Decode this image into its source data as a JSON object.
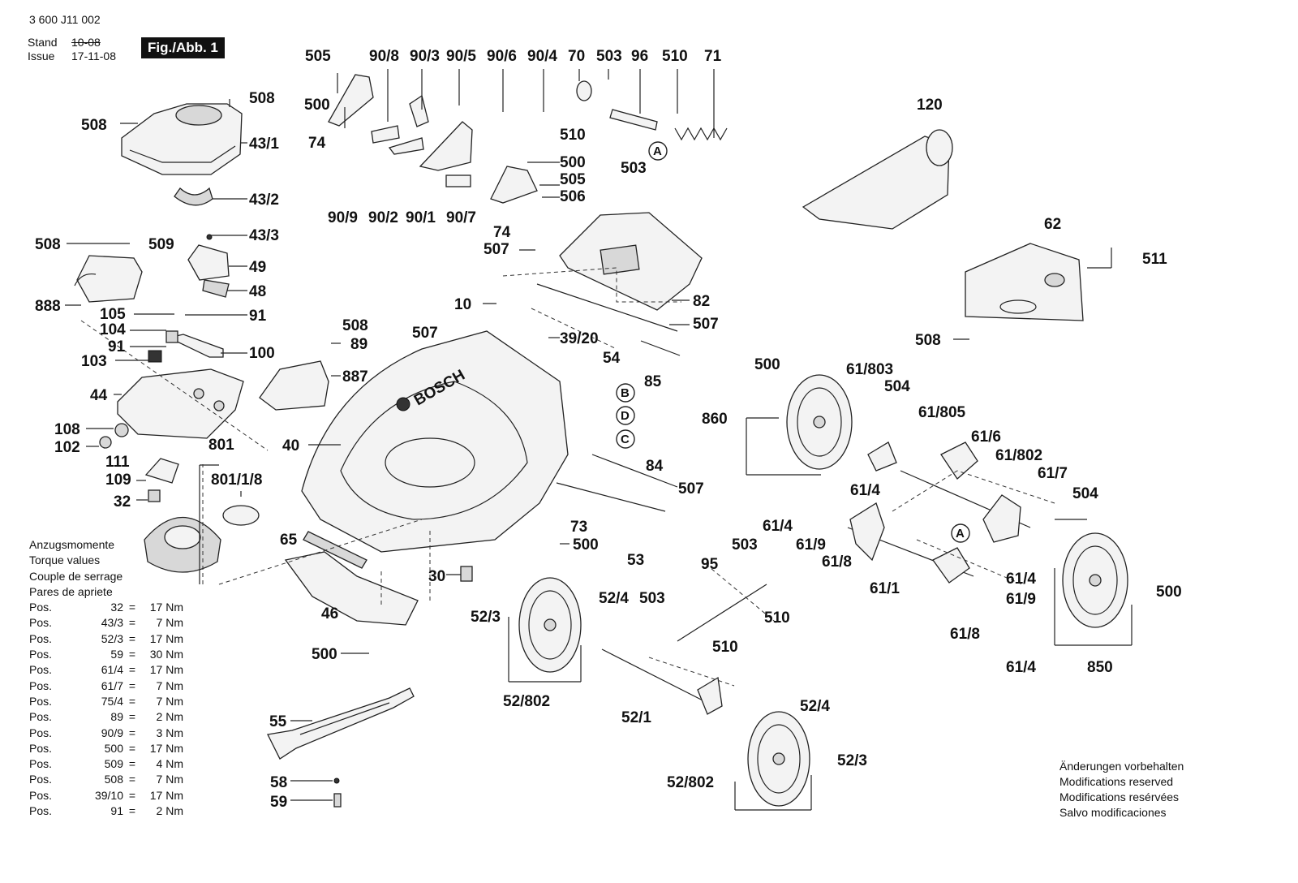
{
  "header": {
    "doc_number": "3 600 J11 002",
    "stand_label": "Stand",
    "issue_label": "Issue",
    "stand_value_old": "10-08",
    "issue_value": "17-11-08",
    "figure_label": "Fig./Abb. 1"
  },
  "torque": {
    "titles": [
      "Anzugsmomente",
      "Torque values",
      "Couple de serrage",
      "Pares de apriete"
    ],
    "rows": [
      {
        "pos": "Pos.",
        "num": "32",
        "value": "17 Nm"
      },
      {
        "pos": "Pos.",
        "num": "43/3",
        "value": "7 Nm"
      },
      {
        "pos": "Pos.",
        "num": "52/3",
        "value": "17 Nm"
      },
      {
        "pos": "Pos.",
        "num": "59",
        "value": "30 Nm"
      },
      {
        "pos": "Pos.",
        "num": "61/4",
        "value": "17 Nm"
      },
      {
        "pos": "Pos.",
        "num": "61/7",
        "value": "7 Nm"
      },
      {
        "pos": "Pos.",
        "num": "75/4",
        "value": "7 Nm"
      },
      {
        "pos": "Pos.",
        "num": "89",
        "value": "2 Nm"
      },
      {
        "pos": "Pos.",
        "num": "90/9",
        "value": "3 Nm"
      },
      {
        "pos": "Pos.",
        "num": "500",
        "value": "17 Nm"
      },
      {
        "pos": "Pos.",
        "num": "509",
        "value": "4 Nm"
      },
      {
        "pos": "Pos.",
        "num": "508",
        "value": "7 Nm"
      },
      {
        "pos": "Pos.",
        "num": "39/10",
        "value": "17 Nm"
      },
      {
        "pos": "Pos.",
        "num": "91",
        "value": "2 Nm"
      }
    ],
    "equals": "="
  },
  "notice": [
    "Änderungen vorbehalten",
    "Modifications reserved",
    "Modifications resérvées",
    "Salvo modificaciones"
  ],
  "callouts": {
    "c505": "505",
    "c90_8": "90/8",
    "c90_3": "90/3",
    "c90_5": "90/5",
    "c90_6": "90/6",
    "c90_4": "90/4",
    "c70": "70",
    "c503a": "503",
    "c96": "96",
    "c510a": "510",
    "c71": "71",
    "c508a": "508",
    "c508b": "508",
    "c43_1": "43/1",
    "c43_2": "43/2",
    "c43_3": "43/3",
    "c500a": "500",
    "c74a": "74",
    "c510b": "510",
    "c503b": "503",
    "c500b": "500",
    "c505b": "505",
    "c506": "506",
    "c90_9": "90/9",
    "c90_2": "90/2",
    "c90_1": "90/1",
    "c90_7": "90/7",
    "c74b": "74",
    "c507a": "507",
    "c120": "120",
    "c508c": "508",
    "c509": "509",
    "c49": "49",
    "c48": "48",
    "c888": "888",
    "c105": "105",
    "c91a": "91",
    "c104": "104",
    "c91b": "91",
    "c100": "100",
    "c103": "103",
    "c508d": "508",
    "c89": "89",
    "c887": "887",
    "c10": "10",
    "c507b": "507",
    "c39_20": "39/20",
    "c54": "54",
    "c85": "85",
    "c82": "82",
    "c507c": "507",
    "c62": "62",
    "c511": "511",
    "c508e": "508",
    "c44": "44",
    "c40": "40",
    "c108": "108",
    "c102": "102",
    "c801": "801",
    "c801_1_8": "801/1/8",
    "c111": "111",
    "c109": "109",
    "c32": "32",
    "c500c": "500",
    "c61_803": "61/803",
    "c504a": "504",
    "c61_805": "61/805",
    "c860": "860",
    "c61_6": "61/6",
    "c61_802": "61/802",
    "c61_7": "61/7",
    "c504b": "504",
    "c84": "84",
    "c507d": "507",
    "c61_4a": "61/4",
    "c61_4b": "61/4",
    "c61_9a": "61/9",
    "c61_8a": "61/8",
    "c61_1": "61/1",
    "c61_4c": "61/4",
    "c61_9b": "61/9",
    "c61_8b": "61/8",
    "c61_4d": "61/4",
    "c500d": "500",
    "c850": "850",
    "c65": "65",
    "c73": "73",
    "c500e": "500",
    "c53": "53",
    "c30": "30",
    "c46": "46",
    "c500f": "500",
    "c95": "95",
    "c503c": "503",
    "c503d": "503",
    "c52_4a": "52/4",
    "c52_3a": "52/3",
    "c510c": "510",
    "c510d": "510",
    "c52_802a": "52/802",
    "c52_1": "52/1",
    "c52_4b": "52/4",
    "c52_3b": "52/3",
    "c52_802b": "52/802",
    "c55": "55",
    "c58": "58",
    "c59": "59",
    "cB": "B",
    "cD": "D",
    "cC": "C",
    "cA1": "A",
    "cA2": "A",
    "brand": "BOSCH"
  }
}
